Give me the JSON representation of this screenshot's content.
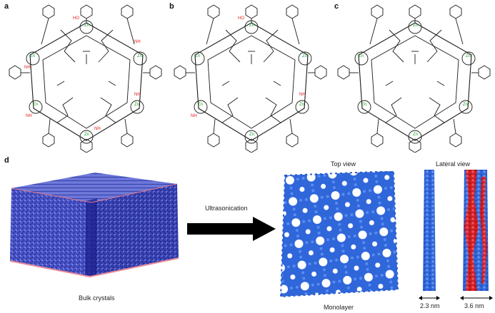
{
  "panels": {
    "a": {
      "letter": "a"
    },
    "b": {
      "letter": "b"
    },
    "c": {
      "letter": "c"
    },
    "d": {
      "letter": "d"
    }
  },
  "atoms": {
    "zinc": "Zn",
    "amine": "NH",
    "hydroxyl": "HO",
    "nitrogen": "N",
    "oxygen": "O"
  },
  "bulk": {
    "caption": "Bulk crystals"
  },
  "process": {
    "label": "Ultrasonication"
  },
  "monolayer": {
    "top_view_label": "Top view",
    "lateral_view_label": "Lateral view",
    "caption": "Monolayer",
    "thickness_1": "2.3 nm",
    "thickness_2": "3.6 nm"
  },
  "colors": {
    "zinc": "#1aa12e",
    "heteroatom": "#e01b1b",
    "blue": "#2e63d8",
    "red": "#d21f26"
  }
}
